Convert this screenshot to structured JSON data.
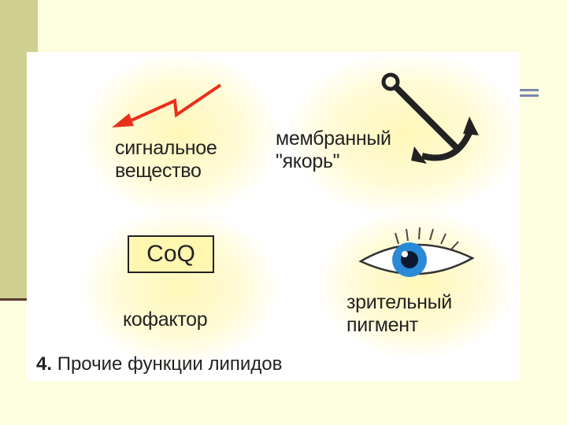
{
  "colors": {
    "slide_background": "#fdfde0",
    "side_bar": "#cfcf8f",
    "arrow": "#e8301a",
    "eye_iris": "#2a8ad8"
  },
  "icons": [
    "lightning-arrow-icon",
    "anchor-icon",
    "eye-icon"
  ],
  "functions": {
    "signal": {
      "label": "сигнальное\nвещество"
    },
    "anchor": {
      "label": "мембранный\n\"якорь\""
    },
    "cofactor": {
      "box": "CoQ",
      "label": "кофактор"
    },
    "pigment": {
      "label": "зрительный\nпигмент"
    }
  },
  "caption": {
    "number": "4.",
    "text": "Прочие функции липидов"
  }
}
